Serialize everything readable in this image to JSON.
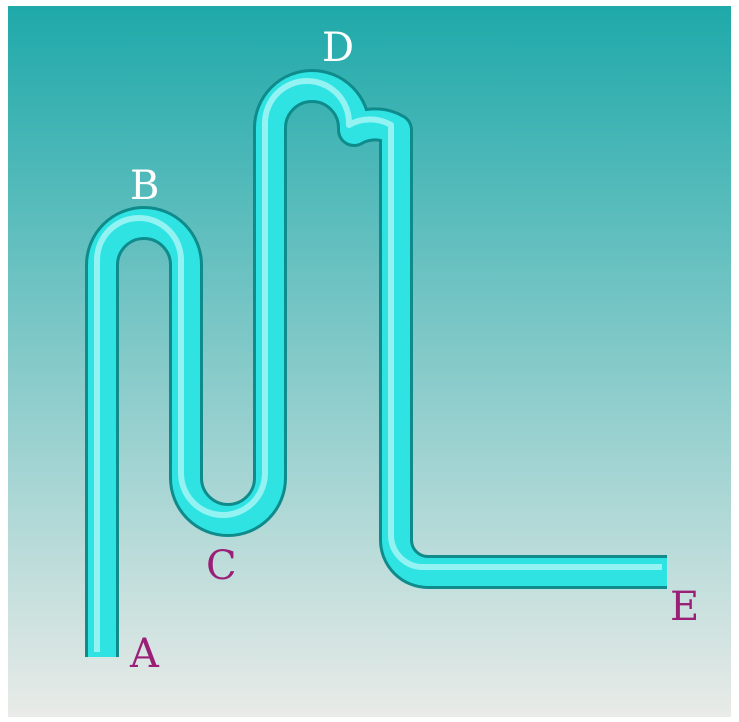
{
  "colors": {
    "background_top": "#1fa9aa",
    "background_bottom": "#e9ebe8",
    "pipe": "#2fe3e3",
    "pipe_highlight": "#c9fbfb",
    "pipe_shadow": "#0f8b8c",
    "label_light": "#ffffff",
    "label_dark": "#9a1f77"
  },
  "points": [
    {
      "id": "A",
      "label": "A",
      "color": "label_dark"
    },
    {
      "id": "B",
      "label": "B",
      "color": "label_light"
    },
    {
      "id": "C",
      "label": "C",
      "color": "label_dark"
    },
    {
      "id": "D",
      "label": "D",
      "color": "label_light"
    },
    {
      "id": "E",
      "label": "E",
      "color": "label_dark"
    }
  ]
}
